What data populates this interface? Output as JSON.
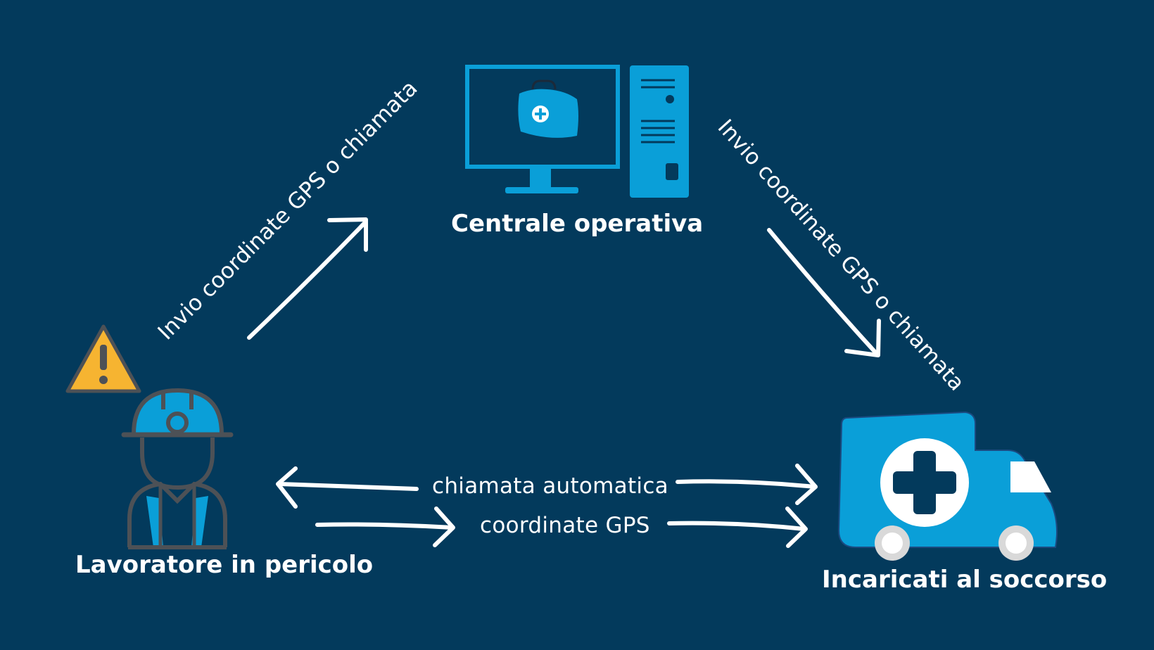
{
  "nodes": {
    "control_center": {
      "label": "Centrale operativa"
    },
    "worker": {
      "label": "Lavoratore in pericolo"
    },
    "rescuers": {
      "label": "Incaricati al soccorso"
    }
  },
  "edges": {
    "worker_to_center": {
      "label": "Invio coordinate GPS o chiamata"
    },
    "center_to_rescuers": {
      "label": "Invio coordinate GPS o chiamata"
    },
    "auto_call": {
      "label": "chiamata automatica"
    },
    "gps_coords": {
      "label": "coordinate GPS"
    }
  },
  "colors": {
    "background": "#033a5c",
    "accent_blue": "#0a9fd8",
    "icon_gray": "#4d5156",
    "warning_yellow": "#f6b431",
    "text": "#ffffff"
  },
  "icons": [
    "computer-icon",
    "medical-bag-icon",
    "worker-icon",
    "warning-icon",
    "ambulance-icon"
  ]
}
